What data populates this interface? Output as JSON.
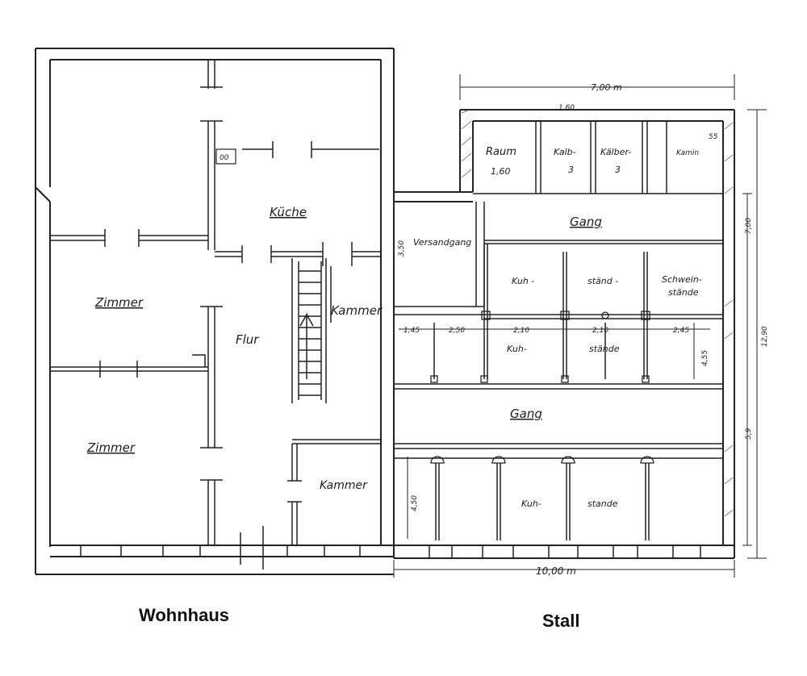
{
  "captions": {
    "wohnhaus": "Wohnhaus",
    "stall": "Stall"
  },
  "wohnhaus_rooms": {
    "kueche": "Küche",
    "zimmer_upper": "Zimmer",
    "zimmer_lower": "Zimmer",
    "flur": "Flur",
    "kammer_upper": "Kammer",
    "kammer_lower": "Kammer",
    "stove": "00"
  },
  "stall_rooms": {
    "raum": "Raum",
    "raum_size": "1,60",
    "kaelber_a": "Kalb-",
    "kaelber_a_num": "3",
    "kaelber_b": "Kälber-",
    "kaelber_b_num": "3",
    "kamin": "Kamin",
    "gang_upper": "Gang",
    "gang_lower": "Gang",
    "versandgang": "Versandgang",
    "kuh_upper_1": "Kuh -",
    "kuh_upper_2": "ständ -",
    "schwein_1": "Schwein-",
    "schwein_2": "stände",
    "kuh_mid_1": "Kuh-",
    "kuh_mid_2": "stände",
    "kuh_low_1": "Kuh-",
    "kuh_low_2": "stande"
  },
  "dimensions": {
    "top_width": "7,00 m",
    "bottom_width": "10,00 m",
    "right_total": "12,90",
    "right_upper": "7,00",
    "right_lower": "5,9",
    "top_small": "1,60",
    "stall_145": "1,45",
    "stall_250": "2,50",
    "stall_210a": "2,10",
    "stall_210b": "2,10",
    "stall_245": "2,45",
    "stall_455": "4,55",
    "stall_450": "4,50",
    "stall_350": "3,50",
    "corner_55": "55"
  }
}
